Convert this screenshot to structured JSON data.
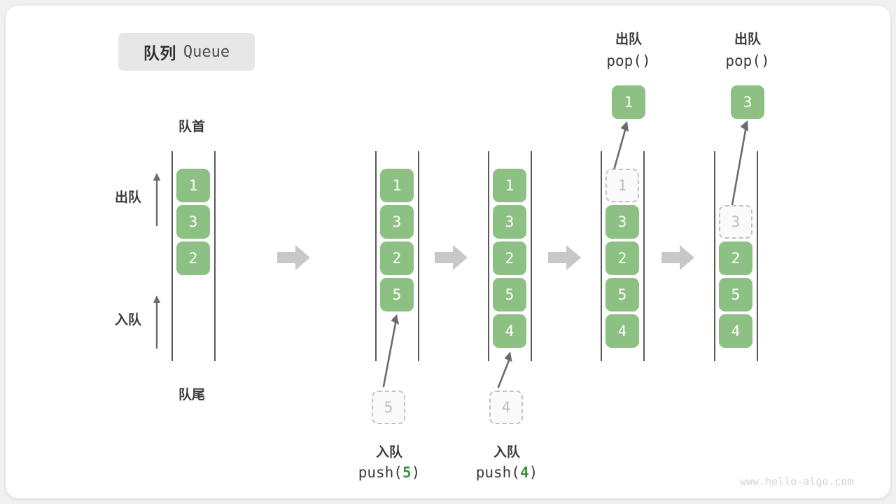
{
  "title": {
    "cn": "队列",
    "en": "Queue"
  },
  "labels": {
    "front": "队首",
    "rear": "队尾",
    "dequeue": "出队",
    "enqueue": "入队"
  },
  "colors": {
    "cell_green": "#8dc183",
    "cell_text": "#ffffff",
    "ghost_border": "#c2c2c2",
    "ghost_text": "#bdbdbd",
    "rail": "#5a5a5a",
    "arrow": "#6b6b6b",
    "step_arrow": "#c8c8c8",
    "badge_bg": "#e7e7e7",
    "accent_arg": "#3f9142"
  },
  "stages": [
    {
      "id": "initial",
      "cells": [
        {
          "value": "1",
          "ghost": false
        },
        {
          "value": "3",
          "ghost": false
        },
        {
          "value": "2",
          "ghost": false
        }
      ],
      "side_labels": {
        "top": "队首",
        "bottom": "队尾",
        "dequeue": "出队",
        "enqueue": "入队"
      }
    },
    {
      "id": "push-5",
      "cells": [
        {
          "value": "1",
          "ghost": false
        },
        {
          "value": "3",
          "ghost": false
        },
        {
          "value": "2",
          "ghost": false
        },
        {
          "value": "5",
          "ghost": false
        }
      ],
      "incoming": {
        "value": "5",
        "ghost": true
      },
      "caption_cn": "入队",
      "caption_code_prefix": "push(",
      "caption_code_arg": "5",
      "caption_code_suffix": ")"
    },
    {
      "id": "push-4",
      "cells": [
        {
          "value": "1",
          "ghost": false
        },
        {
          "value": "3",
          "ghost": false
        },
        {
          "value": "2",
          "ghost": false
        },
        {
          "value": "5",
          "ghost": false
        },
        {
          "value": "4",
          "ghost": false
        }
      ],
      "incoming": {
        "value": "4",
        "ghost": true
      },
      "caption_cn": "入队",
      "caption_code_prefix": "push(",
      "caption_code_arg": "4",
      "caption_code_suffix": ")"
    },
    {
      "id": "pop-1",
      "cells": [
        {
          "value": "1",
          "ghost": true
        },
        {
          "value": "3",
          "ghost": false
        },
        {
          "value": "2",
          "ghost": false
        },
        {
          "value": "5",
          "ghost": false
        },
        {
          "value": "4",
          "ghost": false
        }
      ],
      "popped": {
        "value": "1",
        "ghost": false
      },
      "caption_cn": "出队",
      "caption_code": "pop()"
    },
    {
      "id": "pop-3",
      "cells": [
        {
          "value": "3",
          "ghost": true
        },
        {
          "value": "2",
          "ghost": false
        },
        {
          "value": "5",
          "ghost": false
        },
        {
          "value": "4",
          "ghost": false
        }
      ],
      "popped": {
        "value": "3",
        "ghost": false
      },
      "caption_cn": "出队",
      "caption_code": "pop()"
    }
  ],
  "watermark": "www.hello-algo.com"
}
